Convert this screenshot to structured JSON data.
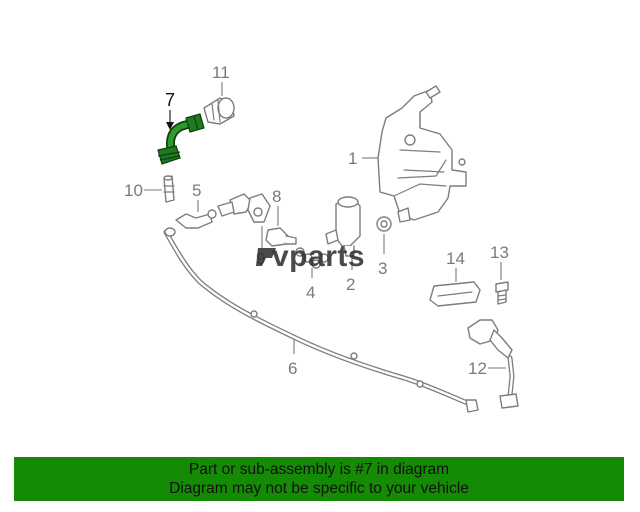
{
  "callouts": {
    "c1": "1",
    "c2": "2",
    "c3": "3",
    "c4": "4",
    "c5": "5",
    "c6": "6",
    "c7": "7",
    "c8": "8",
    "c9": "9",
    "c10": "10",
    "c11": "11",
    "c12": "12",
    "c13": "13",
    "c14": "14"
  },
  "highlighted_part": "7",
  "watermark": "vparts",
  "banner": {
    "line1": "Part or sub-assembly is #7 in diagram",
    "line2": "Diagram may not be specific to your vehicle",
    "background": "#158a05"
  },
  "colors": {
    "highlight_part": "#1f7a1f",
    "line_art": "#7d7d7d"
  }
}
